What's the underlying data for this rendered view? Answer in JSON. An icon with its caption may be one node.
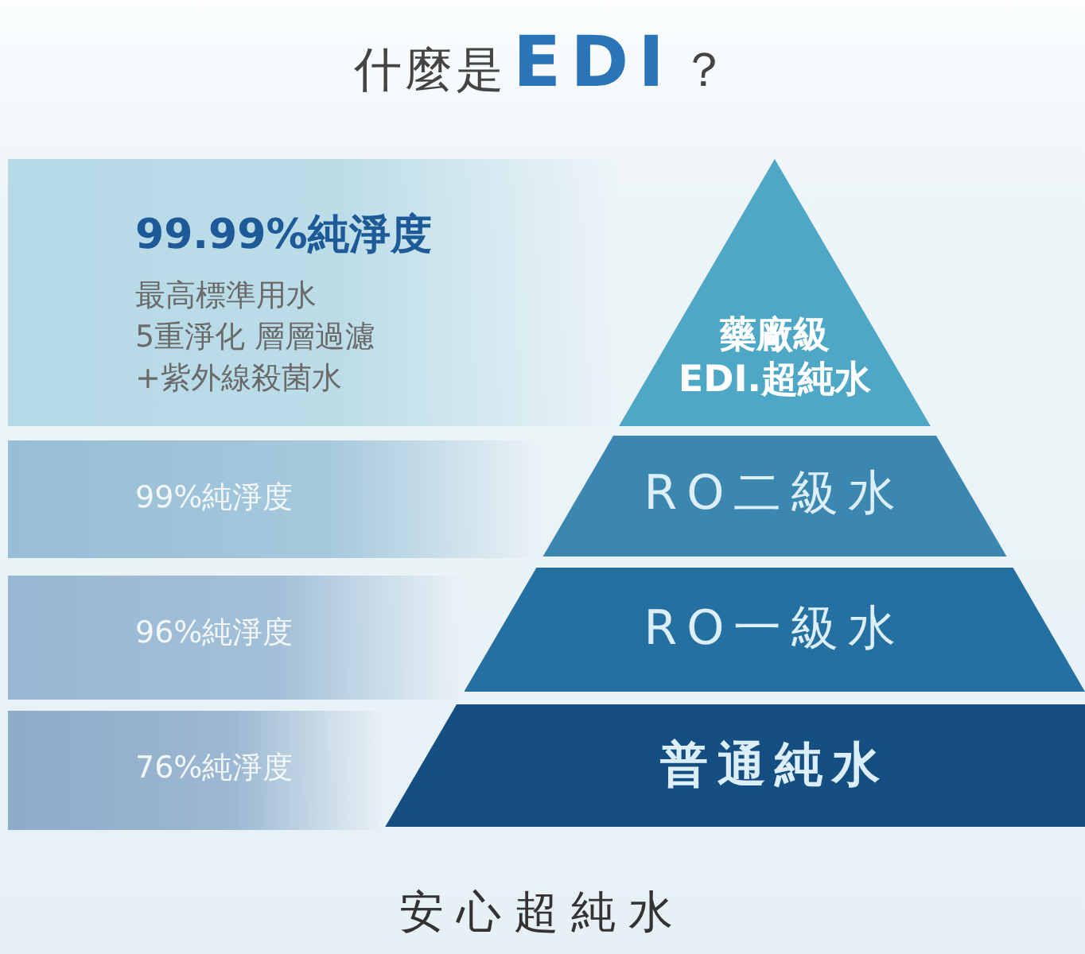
{
  "diagram": {
    "title": "什麼是**EDI**？",
    "caption": "安心超純水",
    "nodes": [
      {
        "text": [
          "99.99%純淨度",
          "最高標準用水",
          "5重淨化 層層過濾",
          "+紫外線殺菌水"
        ]
      },
      {
        "text": [
          "99%純淨度"
        ]
      },
      {
        "text": [
          "96%純淨度"
        ]
      },
      {
        "text": [
          "76%純淨度"
        ]
      },
      {
        "text": [
          "藥廠級",
          "EDI.超純水"
        ]
      },
      {
        "text": [
          "RO二級水"
        ]
      },
      {
        "text": [
          "RO一級水"
        ]
      },
      {
        "text": [
          "普通純水"
        ]
      }
    ]
  }
}
